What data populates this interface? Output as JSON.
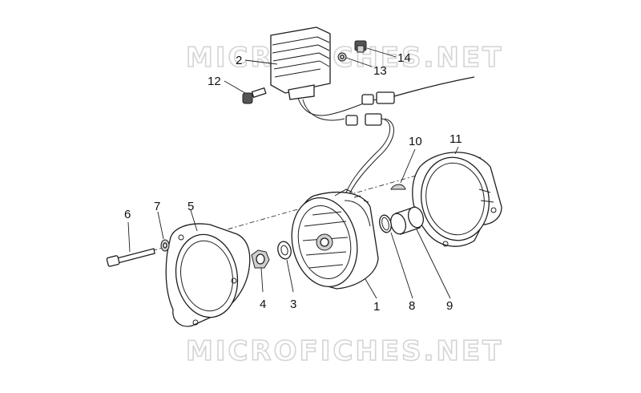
{
  "watermark": {
    "top": "MICROFICHES.NET",
    "bottom": "MICROFICHES.NET"
  },
  "callouts": {
    "c1": "1",
    "c2": "2",
    "c3": "3",
    "c4": "4",
    "c5": "5",
    "c6": "6",
    "c7": "7",
    "c8": "8",
    "c9": "9",
    "c10": "10",
    "c11": "11",
    "c12": "12",
    "c13": "13",
    "c14": "14"
  }
}
